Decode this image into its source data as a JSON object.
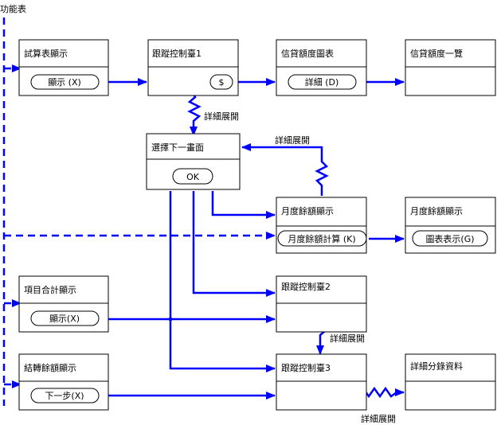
{
  "menu_label": "功能表",
  "colors": {
    "flow": "#0000ff",
    "border": "#000000",
    "background": "#ffffff"
  },
  "screens": {
    "trial_balance": {
      "title": "試算表顯示",
      "button": "顯示 (X)"
    },
    "tracking_1": {
      "title": "跟蹤控制臺1",
      "button": "$"
    },
    "credit_chart": {
      "title": "信貸額度圖表",
      "button": "詳細 (D)"
    },
    "credit_list": {
      "title": "信貸額度一覽"
    },
    "select_next": {
      "title": "選擇下一畫面",
      "button": "OK"
    },
    "monthly_balance_1": {
      "title": "月度餘額顯示",
      "button": "月度餘額計算 (K)"
    },
    "monthly_balance_2": {
      "title": "月度餘額顯示",
      "button": "圖表表示(G)"
    },
    "item_total": {
      "title": "項目合計顯示",
      "button": "顯示(X)"
    },
    "tracking_2": {
      "title": "跟蹤控制臺2"
    },
    "carry_balance": {
      "title": "結轉餘額顯示",
      "button": "下一步(X)"
    },
    "tracking_3": {
      "title": "跟蹤控制臺3"
    },
    "detail_ledger": {
      "title": "詳細分錄資料"
    }
  },
  "edge_labels": {
    "drill_1": "詳細展開",
    "drill_2": "詳細展開",
    "drill_3": "詳細展開",
    "drill_4": "詳細展開"
  }
}
